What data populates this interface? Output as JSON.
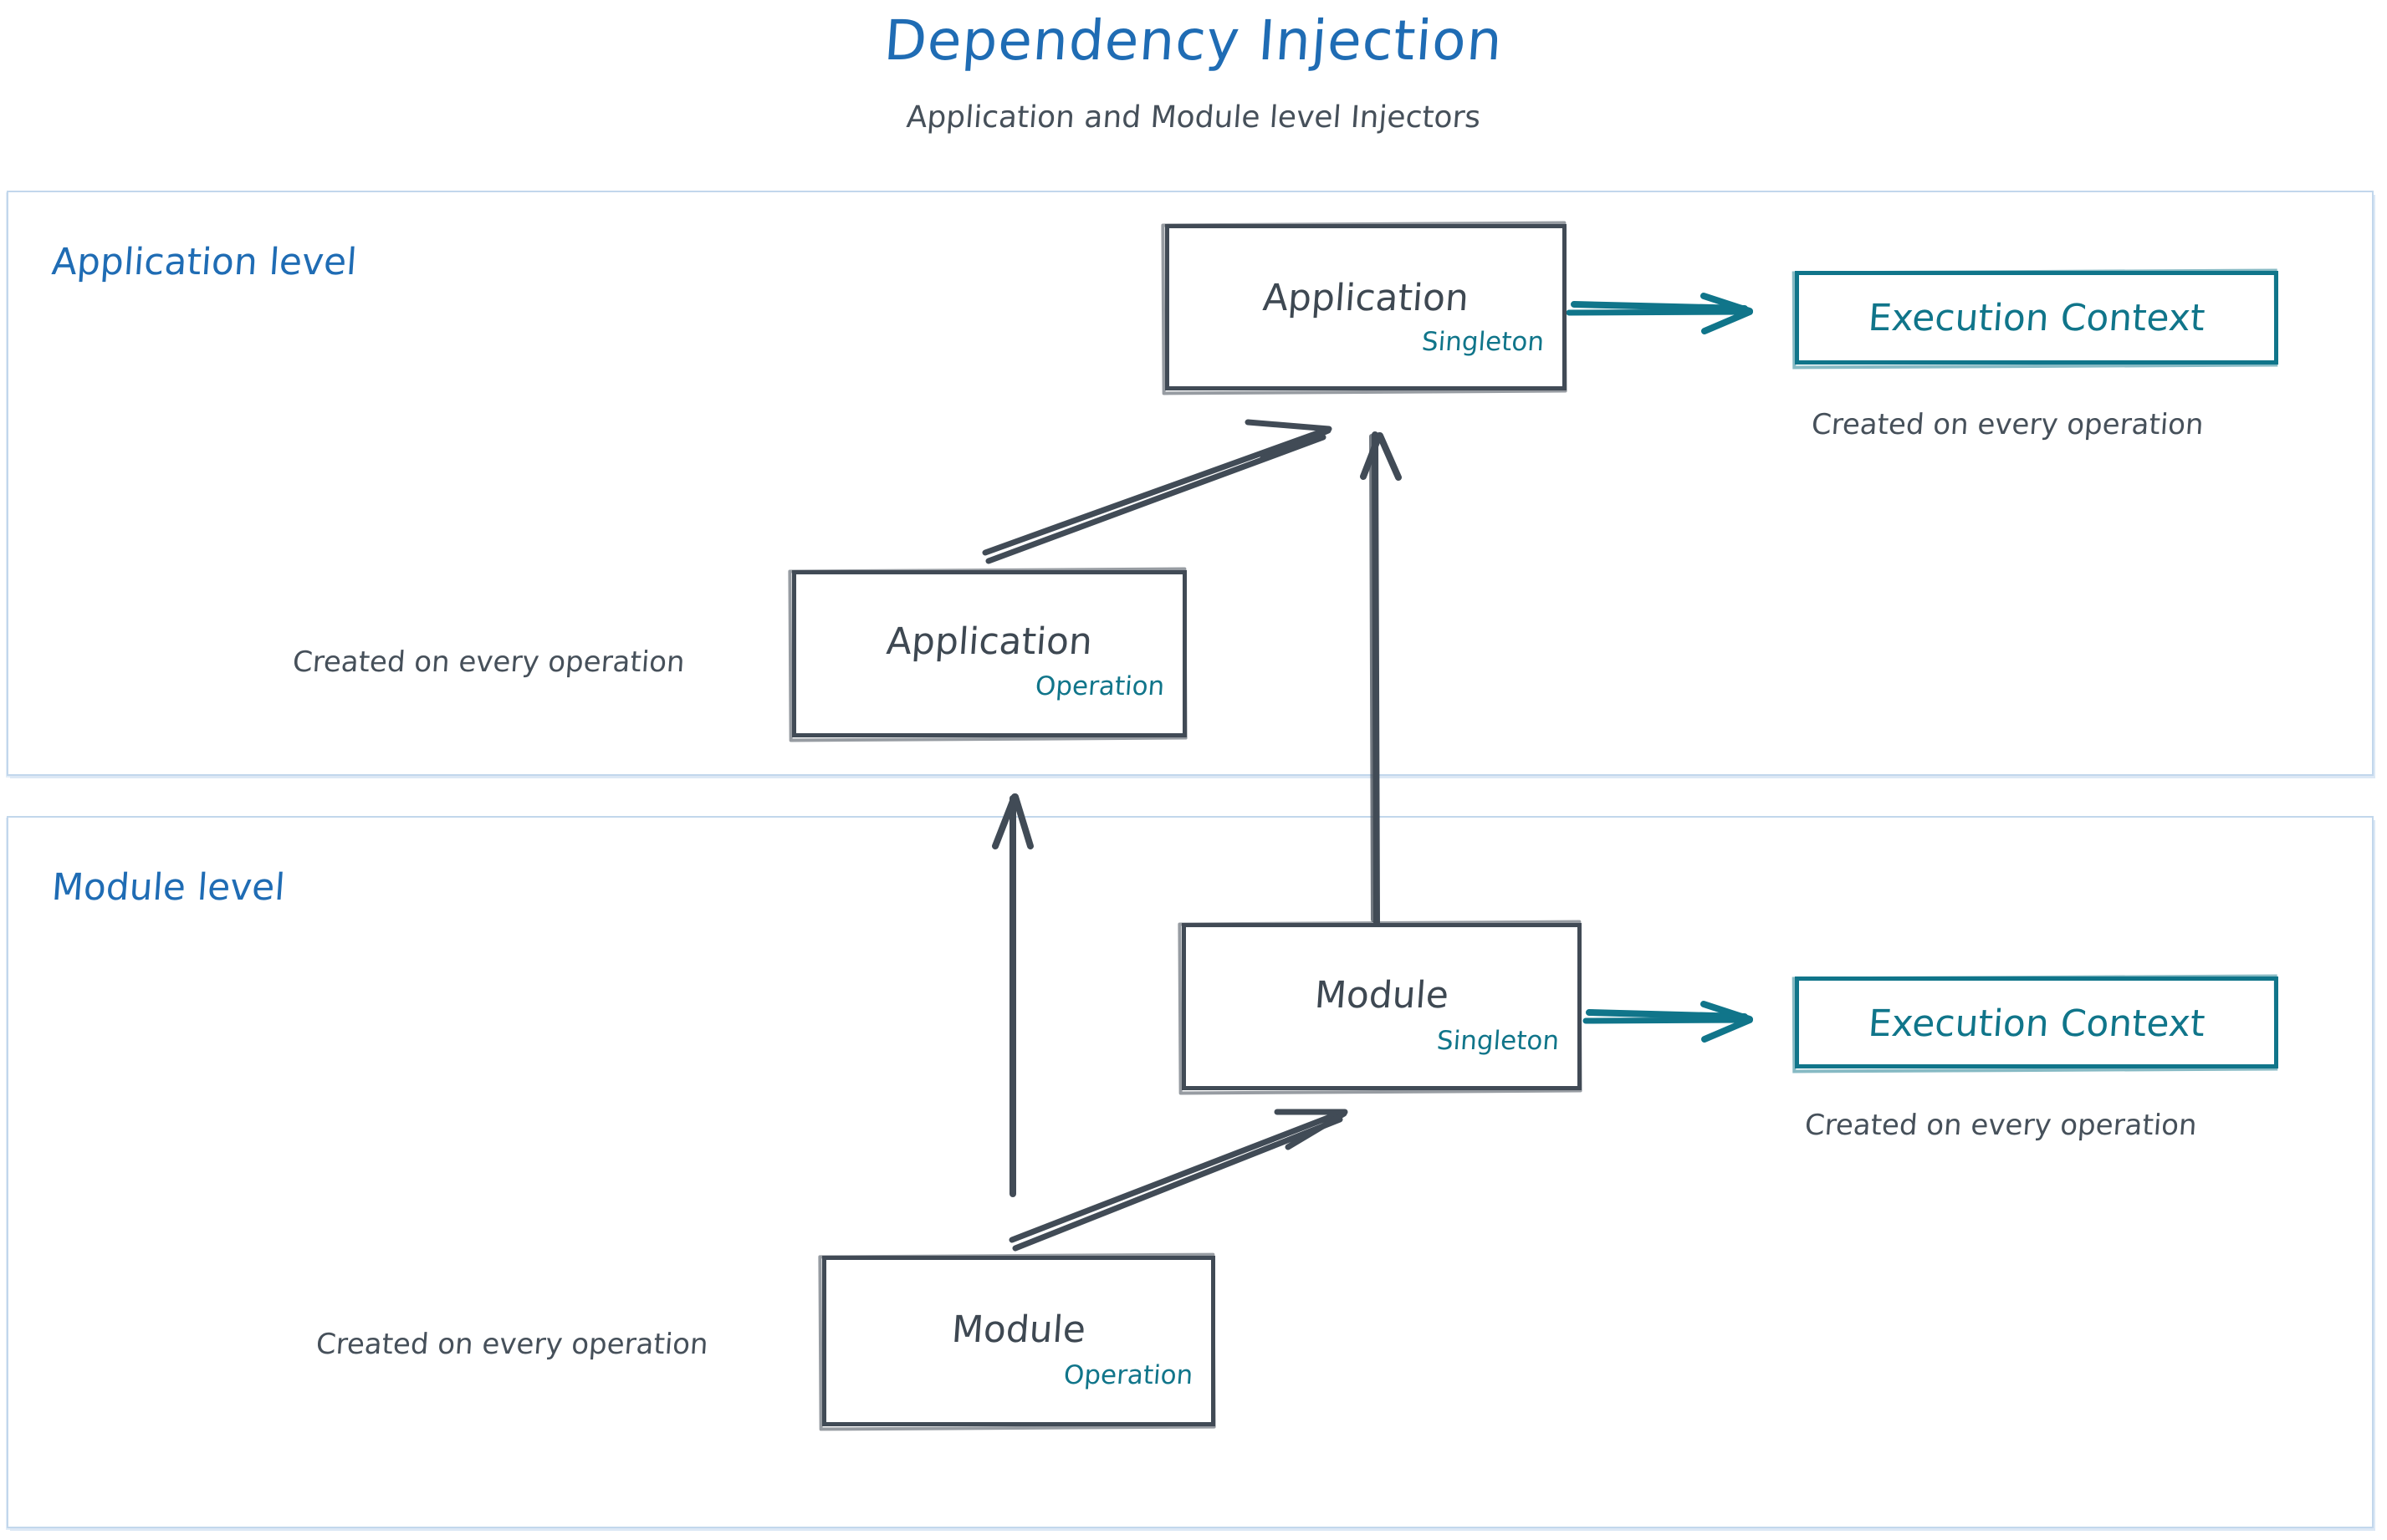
{
  "header": {
    "title": "Dependency Injection",
    "subtitle": "Application and Module level Injectors"
  },
  "colors": {
    "title_blue": "#1f6cb4",
    "level_label_blue": "#1f6cb4",
    "container_border": "#c2d7ec",
    "node_border": "#414b56",
    "node_text": "#3e4852",
    "scope_teal": "#10758a",
    "caption_gray": "#46505a",
    "background": "#ffffff"
  },
  "levels": [
    {
      "id": "application-level",
      "label": "Application level",
      "nodes": [
        {
          "id": "app-singleton",
          "title": "Application",
          "scope": "Singleton"
        },
        {
          "id": "app-operation",
          "title": "Application",
          "scope": "Operation"
        }
      ],
      "context": {
        "label": "Execution Context",
        "caption": "Created on every operation"
      },
      "node_caption": "Created on every operation"
    },
    {
      "id": "module-level",
      "label": "Module level",
      "nodes": [
        {
          "id": "module-singleton",
          "title": "Module",
          "scope": "Singleton"
        },
        {
          "id": "module-operation",
          "title": "Module",
          "scope": "Operation"
        }
      ],
      "context": {
        "label": "Execution Context",
        "caption": "Created on every operation"
      },
      "node_caption": "Created on every operation"
    }
  ],
  "edges": [
    {
      "id": "app-operation-to-app-singleton",
      "from": "app-operation",
      "to": "app-singleton",
      "style": "sketch-double-diagonal",
      "color": "#414b56"
    },
    {
      "id": "app-singleton-to-app-exec-ctx",
      "from": "app-singleton",
      "to": "app-exec-context",
      "style": "sketch-arrow",
      "color": "#10758a"
    },
    {
      "id": "module-singleton-to-app-singleton",
      "from": "module-singleton",
      "to": "app-singleton",
      "style": "sketch-arrow-vertical",
      "color": "#414b56"
    },
    {
      "id": "module-operation-to-app-operation",
      "from": "module-operation",
      "to": "app-operation",
      "style": "sketch-arrow-vertical",
      "color": "#414b56"
    },
    {
      "id": "module-operation-to-module-singleton",
      "from": "module-operation",
      "to": "module-singleton",
      "style": "sketch-double-diagonal",
      "color": "#414b56"
    },
    {
      "id": "module-singleton-to-module-exec-ctx",
      "from": "module-singleton",
      "to": "module-exec-context",
      "style": "sketch-arrow",
      "color": "#10758a"
    }
  ]
}
